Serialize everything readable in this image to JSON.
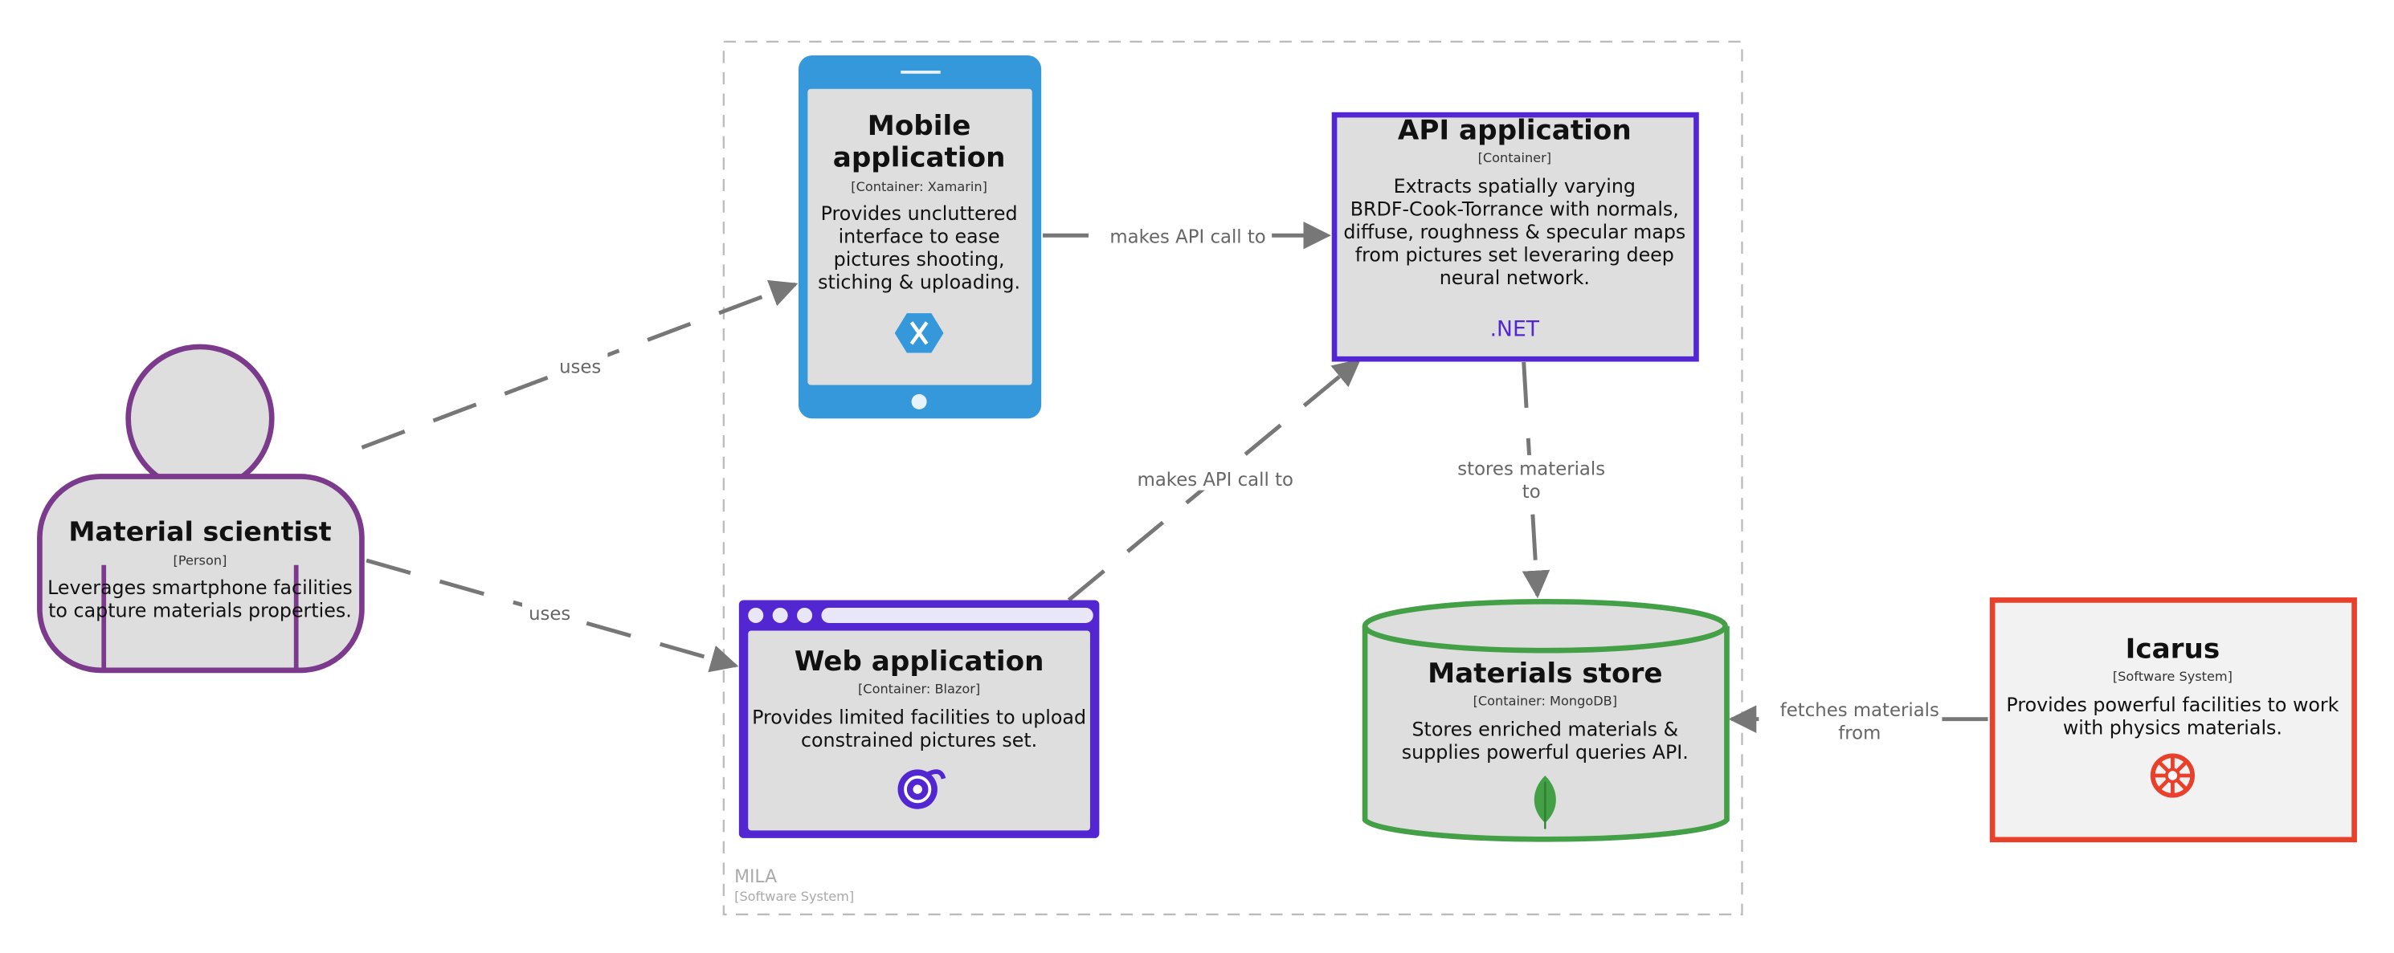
{
  "boundary": {
    "name": "MILA",
    "type": "[Software System]"
  },
  "person": {
    "name": "Material scientist",
    "type": "[Person]",
    "description": [
      "Leverages smartphone facilities",
      "to capture materials properties."
    ],
    "color": "#7B3A8B"
  },
  "mobile_app": {
    "title": [
      "Mobile",
      "application"
    ],
    "type": "[Container: Xamarin]",
    "description": [
      "Provides uncluttered",
      "interface to ease",
      "pictures shooting,",
      "stiching & uploading."
    ],
    "icon": "xamarin-icon",
    "color": "#3498DB"
  },
  "api_app": {
    "title": "API application",
    "type": "[Container]",
    "description": [
      "Extracts spatially varying",
      "BRDF-Cook-Torrance with normals,",
      "diffuse, roughness & specular maps",
      "from pictures set leverаring deep",
      "neural network."
    ],
    "badge": ".NET",
    "color": "#5226D1"
  },
  "web_app": {
    "title": "Web application",
    "type": "[Container: Blazor]",
    "description": [
      "Provides limited facilities to upload",
      "constrained pictures set."
    ],
    "icon": "blazor-icon",
    "color": "#5226D1"
  },
  "materials_store": {
    "title": "Materials store",
    "type": "[Container: MongoDB]",
    "description": [
      "Stores enriched materials &",
      "supplies powerful queries API."
    ],
    "icon": "mongodb-leaf-icon",
    "color": "#43A047"
  },
  "icarus": {
    "title": "Icarus",
    "type": "[Software System]",
    "description": [
      "Provides powerful facilities to work",
      "with physics materials."
    ],
    "icon": "icarus-logo-icon",
    "color": "#E8402A"
  },
  "edges": {
    "person_to_mobile": "uses",
    "person_to_web": "uses",
    "mobile_to_api": "makes API call to",
    "web_to_api": "makes API call to",
    "api_to_store": [
      "stores materials",
      "to"
    ],
    "icarus_to_store": [
      "fetches materials",
      "from"
    ]
  }
}
